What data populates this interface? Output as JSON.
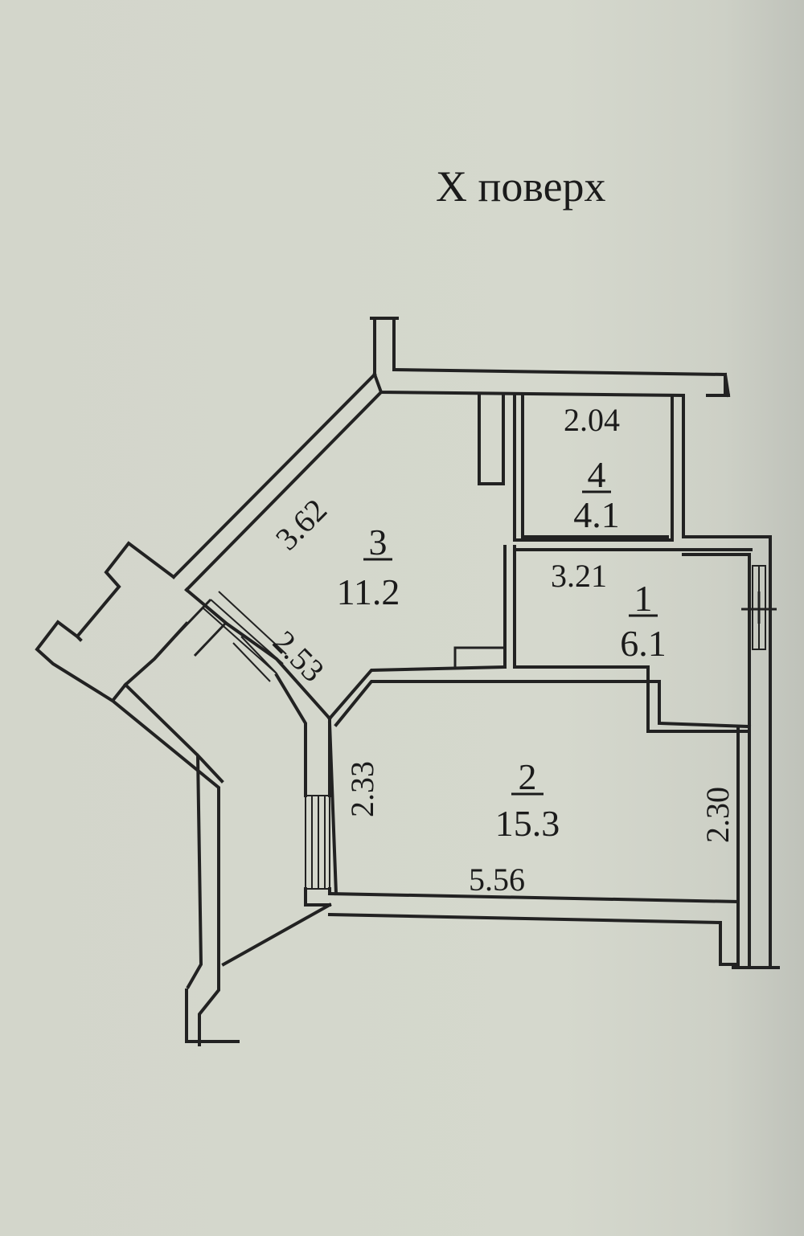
{
  "plan": {
    "floor_title": "X поверх",
    "rooms": [
      {
        "number": "1",
        "area": "6.1"
      },
      {
        "number": "2",
        "area": "15.3"
      },
      {
        "number": "3",
        "area": "11.2"
      },
      {
        "number": "4",
        "area": "4.1"
      }
    ],
    "dimensions": {
      "room3_diagonal_top": "3.62",
      "room3_diagonal_bottom": "2.53",
      "room4_width": "2.04",
      "room1_width": "3.21",
      "room2_left": "2.33",
      "room2_right": "2.30",
      "room2_bottom": "5.56"
    }
  }
}
